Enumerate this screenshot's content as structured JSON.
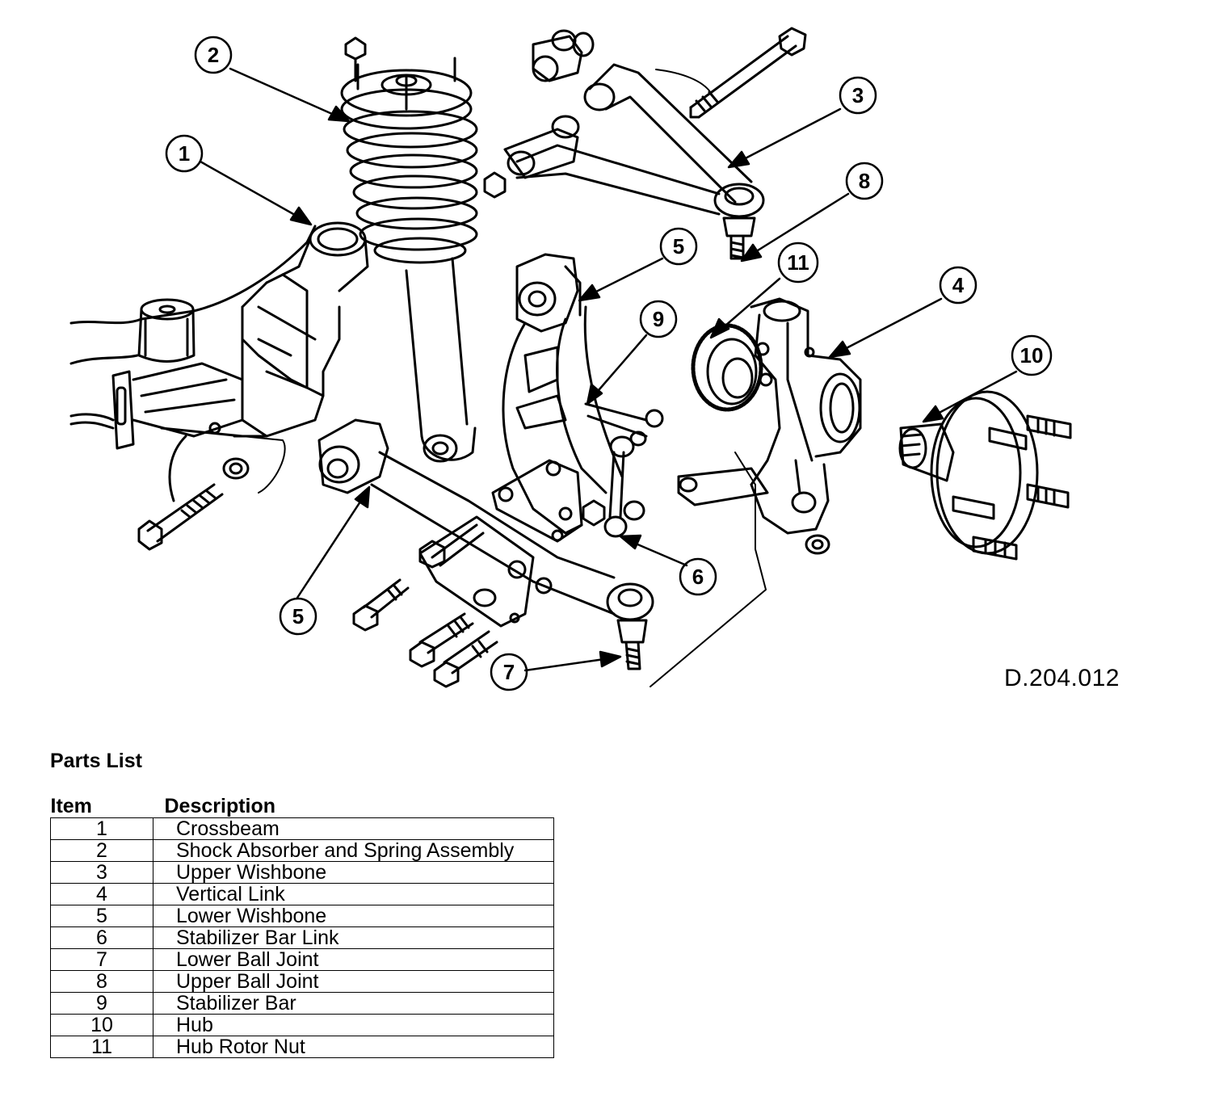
{
  "diagram": {
    "drawing_code": "D.204.012",
    "callouts": [
      {
        "label": "1"
      },
      {
        "label": "2"
      },
      {
        "label": "3"
      },
      {
        "label": "4"
      },
      {
        "label": "5"
      },
      {
        "label": "5"
      },
      {
        "label": "6"
      },
      {
        "label": "7"
      },
      {
        "label": "8"
      },
      {
        "label": "9"
      },
      {
        "label": "10"
      },
      {
        "label": "11"
      }
    ]
  },
  "parts_list": {
    "title": "Parts List",
    "headers": {
      "item": "Item",
      "description": "Description"
    },
    "rows": [
      {
        "item": "1",
        "description": "Crossbeam"
      },
      {
        "item": "2",
        "description": "Shock Absorber and Spring Assembly"
      },
      {
        "item": "3",
        "description": "Upper Wishbone"
      },
      {
        "item": "4",
        "description": "Vertical Link"
      },
      {
        "item": "5",
        "description": "Lower Wishbone"
      },
      {
        "item": "6",
        "description": "Stabilizer Bar Link"
      },
      {
        "item": "7",
        "description": "Lower Ball Joint"
      },
      {
        "item": "8",
        "description": "Upper Ball Joint"
      },
      {
        "item": "9",
        "description": "Stabilizer Bar"
      },
      {
        "item": "10",
        "description": "Hub"
      },
      {
        "item": "11",
        "description": "Hub Rotor Nut"
      }
    ]
  }
}
